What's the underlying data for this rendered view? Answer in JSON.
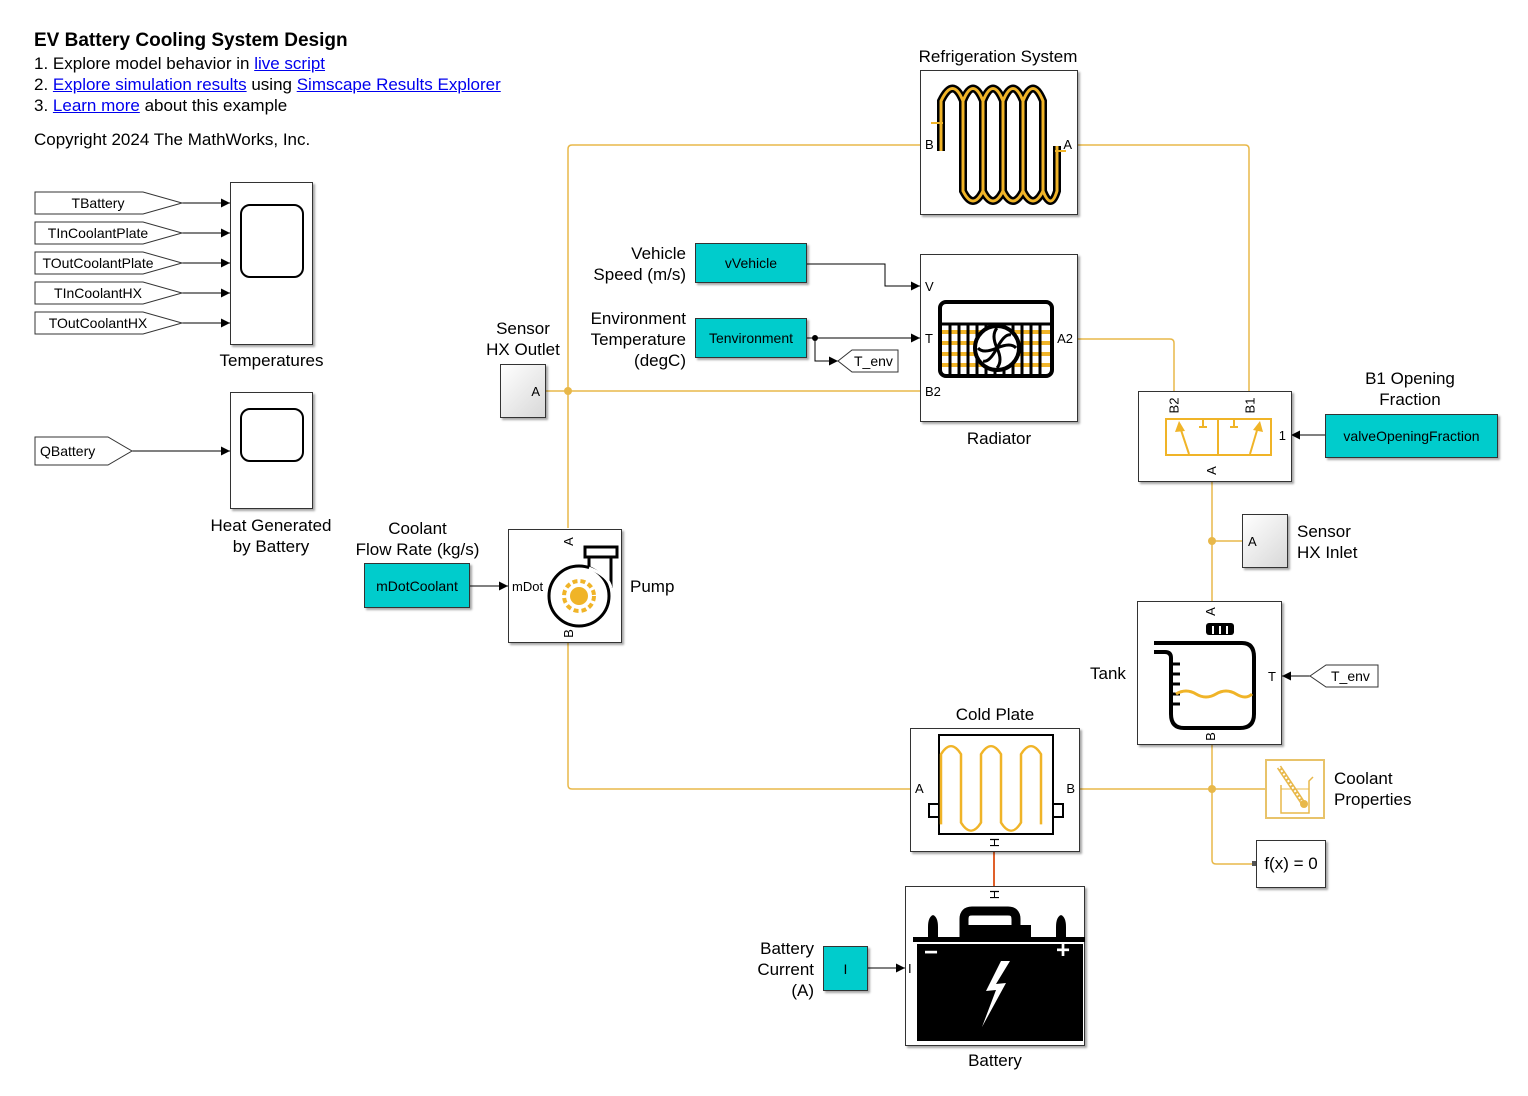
{
  "header": {
    "title": "EV Battery Cooling System Design",
    "lines": [
      {
        "prefix": "1. Explore model behavior in ",
        "link": "live script",
        "suffix": ""
      },
      {
        "prefix": "2. ",
        "link": "Explore simulation results",
        "middle": " using ",
        "link2": "Simscape Results Explorer"
      },
      {
        "prefix": "3. ",
        "link": "Learn more",
        "suffix": " about this example"
      }
    ],
    "copyright": "Copyright 2024 The MathWorks, Inc."
  },
  "colors": {
    "thermal_liquid_line": "#e8b84a",
    "thermal_line": "#e0602a",
    "signal_line": "#000000",
    "constant_block": "#00cccc"
  },
  "scopes": {
    "temperatures": {
      "label": "Temperatures",
      "inputs": [
        "TBattery",
        "TInCoolantPlate",
        "TOutCoolantPlate",
        "TInCoolantHX",
        "TOutCoolantHX"
      ]
    },
    "heat": {
      "label_line1": "Heat Generated",
      "label_line2": "by Battery",
      "inputs": [
        "QBattery"
      ]
    }
  },
  "blocks": {
    "refrigeration": {
      "label": "Refrigeration System",
      "port_left": "B",
      "port_right": "A"
    },
    "vehicle_speed": {
      "label_line1": "Vehicle",
      "label_line2": "Speed (m/s)",
      "value": "vVehicle"
    },
    "env_temp": {
      "label_line1": "Environment",
      "label_line2": "Temperature",
      "label_line3": "(degC)",
      "value": "Tenvironment",
      "goto": "T_env"
    },
    "radiator": {
      "label": "Radiator",
      "ports": {
        "v": "V",
        "t": "T",
        "b2": "B2",
        "a2": "A2"
      }
    },
    "sensor_hx_outlet": {
      "label_line1": "Sensor",
      "label_line2": "HX Outlet",
      "port": "A"
    },
    "valve": {
      "ports": {
        "b2": "B2",
        "b1": "B1",
        "a": "A",
        "in": "1"
      }
    },
    "opening_fraction": {
      "label_line1": "B1 Opening",
      "label_line2": "Fraction",
      "value": "valveOpeningFraction"
    },
    "sensor_hx_inlet": {
      "label_line1": "Sensor",
      "label_line2": "HX Inlet",
      "port": "A"
    },
    "coolant_flow": {
      "label_line1": "Coolant",
      "label_line2": "Flow Rate (kg/s)",
      "value": "mDotCoolant"
    },
    "pump": {
      "label": "Pump",
      "ports": {
        "a": "A",
        "b": "B",
        "mdot": "mDot"
      }
    },
    "tank": {
      "label": "Tank",
      "ports": {
        "a": "A",
        "b": "B",
        "t": "T"
      },
      "from": "T_env"
    },
    "cold_plate": {
      "label": "Cold Plate",
      "ports": {
        "a": "A",
        "b": "B",
        "h": "H"
      }
    },
    "coolant_properties": {
      "label_line1": "Coolant",
      "label_line2": "Properties"
    },
    "solver": {
      "label": "f(x) = 0"
    },
    "battery_current": {
      "label_line1": "Battery",
      "label_line2": "Current",
      "label_line3": "(A)",
      "value": "I"
    },
    "battery": {
      "label": "Battery",
      "ports": {
        "i": "I",
        "h": "H"
      },
      "minus": "−",
      "plus": "+"
    }
  }
}
